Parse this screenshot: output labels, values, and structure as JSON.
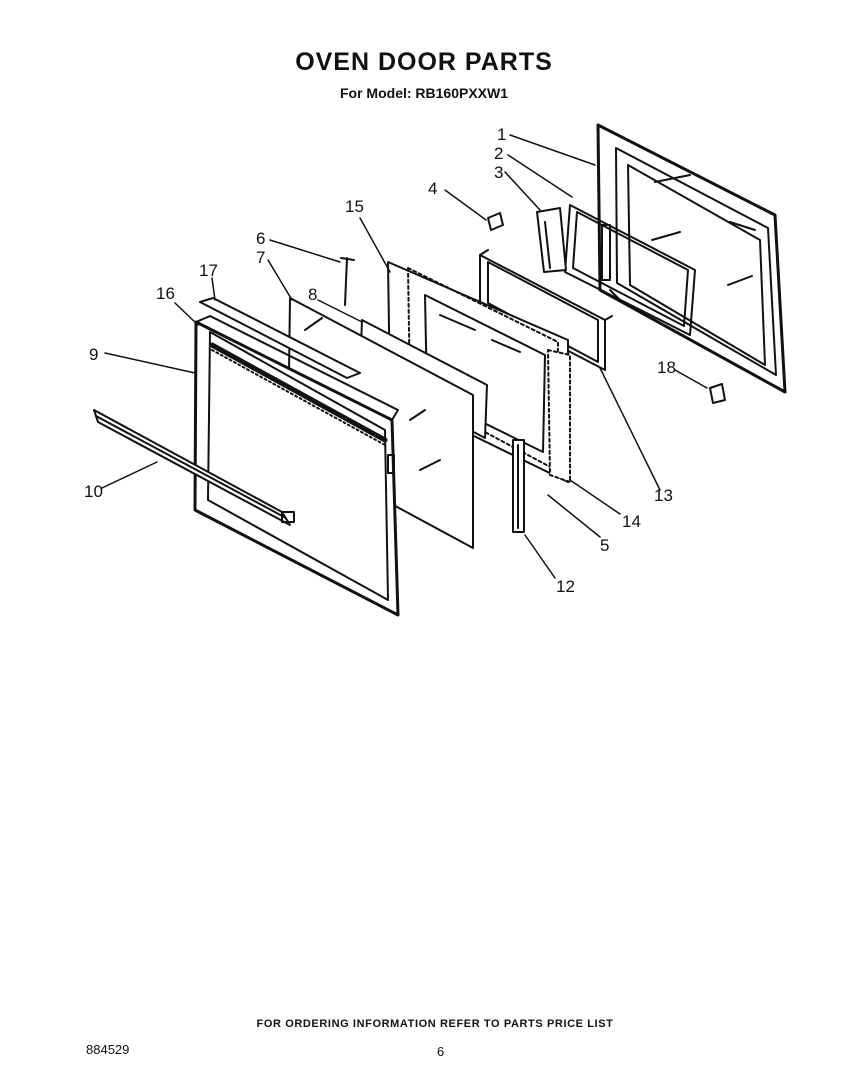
{
  "page": {
    "title": "OVEN DOOR PARTS",
    "subtitle": "For Model: RB160PXXW1",
    "footer_note": "FOR ORDERING INFORMATION REFER TO PARTS PRICE LIST",
    "doc_number": "884529",
    "page_number": "6"
  },
  "callouts": [
    "1",
    "2",
    "3",
    "4",
    "5",
    "6",
    "7",
    "8",
    "9",
    "10",
    "12",
    "13",
    "14",
    "15",
    "16",
    "17",
    "18"
  ],
  "colors": {
    "ink": "#111111",
    "background": "#ffffff"
  }
}
